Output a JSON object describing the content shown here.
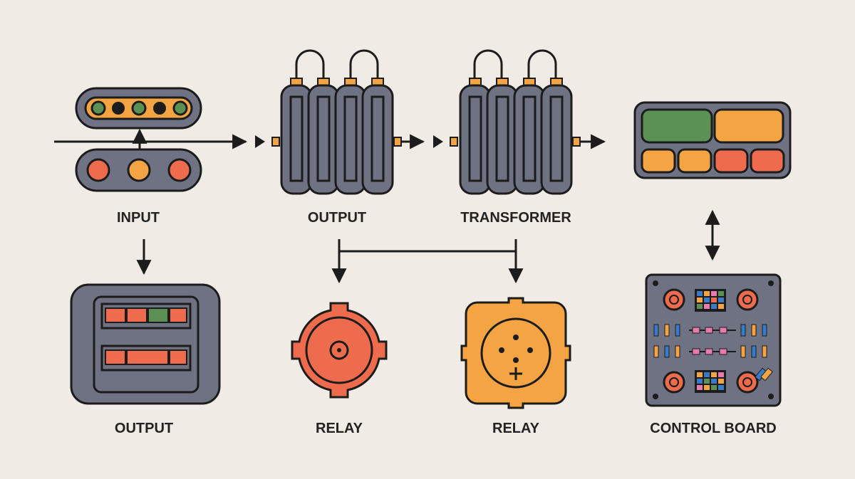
{
  "labels": {
    "input": "INPUT",
    "output_top": "OUTPUT",
    "transformer": "TRANSFORMER",
    "output_bottom": "OUTPUT",
    "relay_left": "RELAY",
    "relay_right": "RELAY",
    "control_board": "CONTROL BOARD"
  },
  "colors": {
    "background": "#f0ebe5",
    "outline": "#1c1c1c",
    "slate": "#6e7282",
    "orange": "#f4a443",
    "coral": "#ee6c4d",
    "green": "#5c9155",
    "blue": "#3a7bc8",
    "pink": "#e87cb0"
  }
}
